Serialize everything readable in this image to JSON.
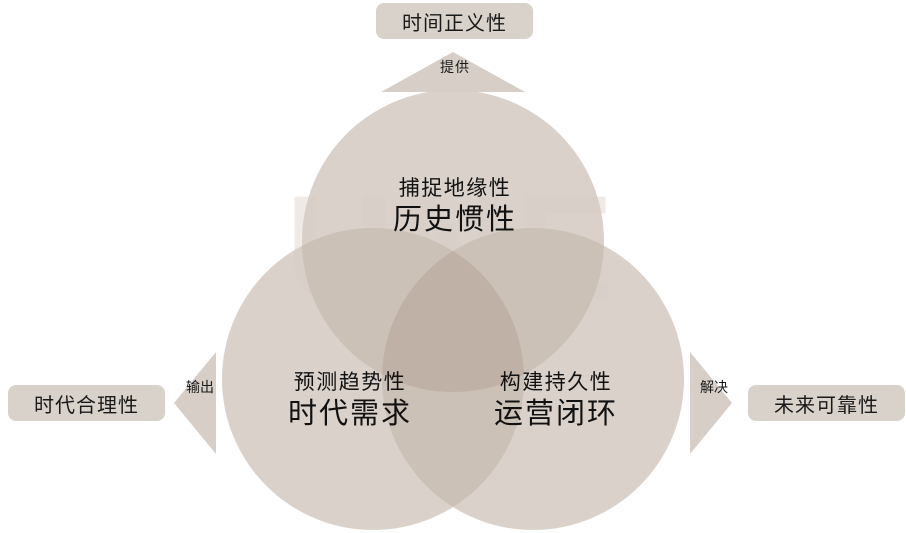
{
  "diagram": {
    "type": "venn-three-circle",
    "background_color": "#ffffff",
    "circle_fill": "#d6cdc5",
    "pill_color": "#d9d2cb",
    "arrow_color": "#d6cec7",
    "watermark_text": "UNE",
    "circles": [
      {
        "id": "top",
        "position": "top",
        "sub_label": "捕捉地缘性",
        "main_label": "历史惯性"
      },
      {
        "id": "bottom-left",
        "position": "bottom-left",
        "sub_label": "预测趋势性",
        "main_label": "时代需求"
      },
      {
        "id": "bottom-right",
        "position": "bottom-right",
        "sub_label": "构建持久性",
        "main_label": "运营闭环"
      }
    ],
    "pills": [
      {
        "id": "top",
        "label": "时间正义性"
      },
      {
        "id": "left",
        "label": "时代合理性"
      },
      {
        "id": "right",
        "label": "未来可靠性"
      }
    ],
    "arrows": [
      {
        "id": "top",
        "direction": "up",
        "label": "提供"
      },
      {
        "id": "left",
        "direction": "left",
        "label": "输出"
      },
      {
        "id": "right",
        "direction": "right",
        "label": "解决"
      }
    ]
  }
}
